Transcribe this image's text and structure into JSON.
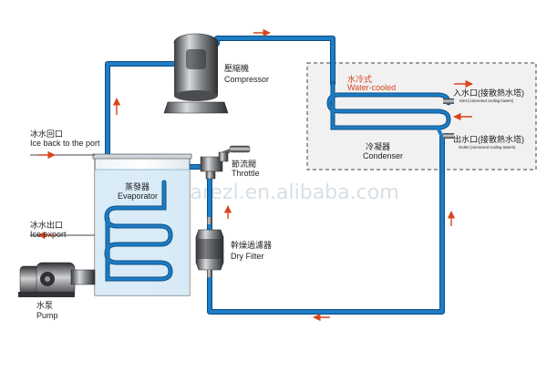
{
  "labels": {
    "compressor_zh": "壓縮機",
    "compressor_en": "Compressor",
    "water_cooled_zh": "水冷式",
    "water_cooled_en": "Water-cooled",
    "inlet_zh": "入水口(接散熱水塔)",
    "inlet_en": "Inlet (connected cooling towers)",
    "outlet_zh": "出水口(接散熱水塔)",
    "outlet_en": "Outlet (connected cooling towers)",
    "condenser_zh": "冷凝器",
    "condenser_en": "Condenser",
    "ice_back_zh": "冰水回口",
    "ice_back_en": "Ice back to the port",
    "throttle_zh": "節流閥",
    "throttle_en": "Throttle",
    "evaporator_zh": "蒸發器",
    "evaporator_en": "Evaporator",
    "dry_filter_zh": "幹燥過濾器",
    "dry_filter_en": "Dry Filter",
    "ice_export_zh": "冰水出口",
    "ice_export_en": "Ice export",
    "pump_zh": "水泵",
    "pump_en": "Pump"
  },
  "watermark": "karezl.en.alibaba.com",
  "colors": {
    "pipe": "#1d7cc4",
    "pipe_dark": "#0c4f86",
    "arrow": "#d8461f",
    "tank_water": "#d3e9f6",
    "dashed_box": "#d9d9d9"
  }
}
